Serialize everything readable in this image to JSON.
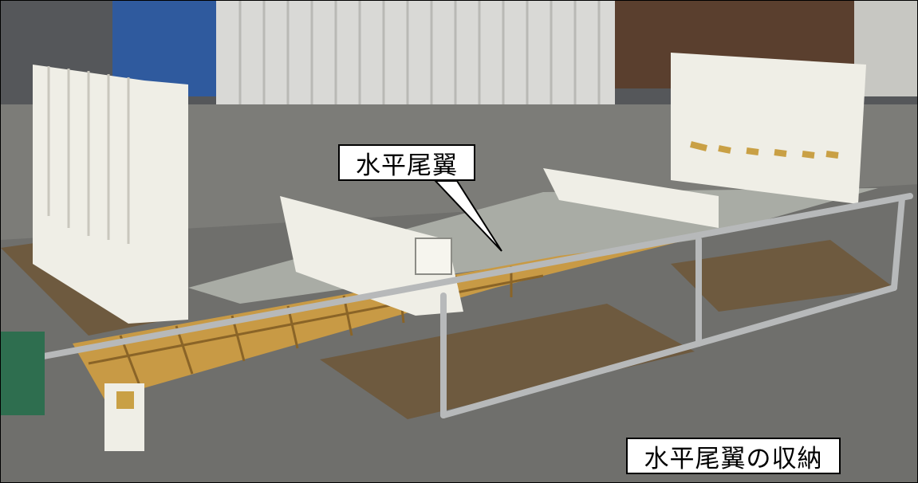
{
  "labels": {
    "callout_top": "水平尾翼",
    "callout_bottom": "水平尾翼の収納"
  },
  "colors": {
    "frame_border": "#000000",
    "label_background": "#ffffff",
    "label_text": "#000000",
    "floor": "#6f6f6c",
    "wall_panel": "#d9d9d6",
    "jig_white": "#efeee6",
    "lattice_wood": "#c89a45",
    "board_brown": "#6e5a3f",
    "rail_metal": "#b7b9ba"
  },
  "icons": [
    "storage-photo",
    "callout-pointer"
  ]
}
